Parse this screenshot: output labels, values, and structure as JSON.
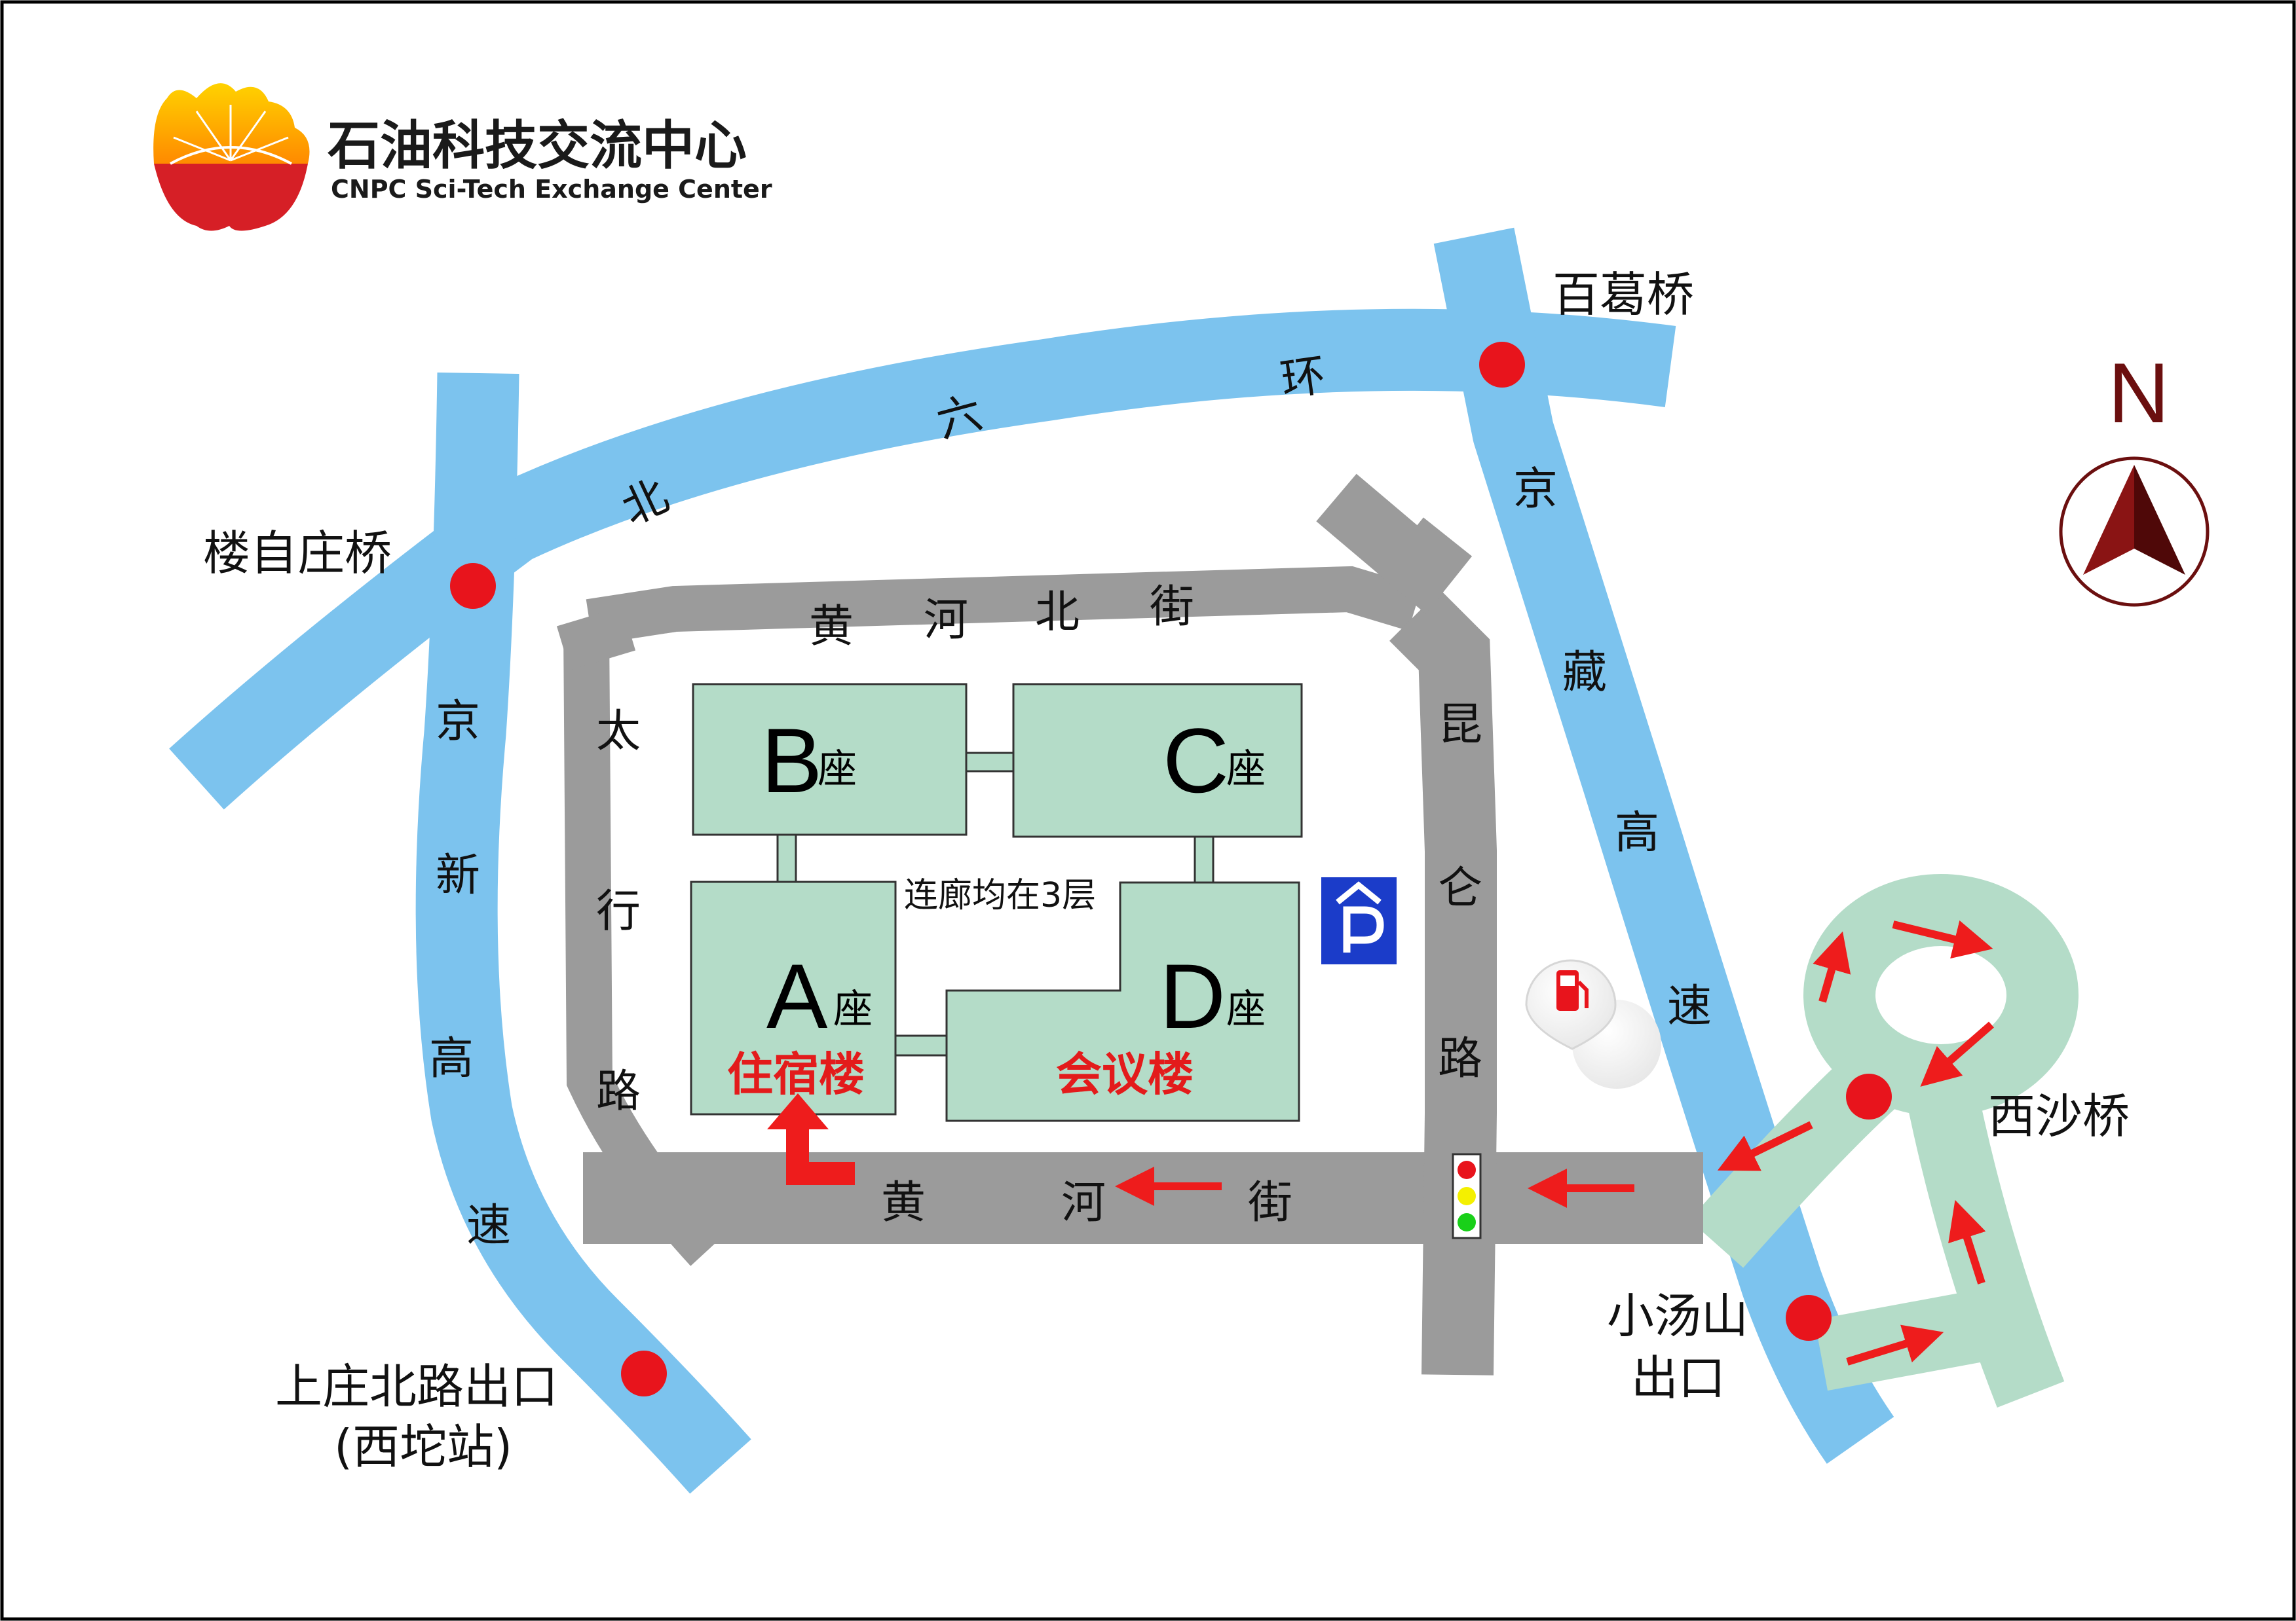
{
  "logo": {
    "name_cn": "石油科技交流中心",
    "name_en": "CNPC Sci-Tech Exchange Center"
  },
  "roads": {
    "ring6": [
      "北",
      "六",
      "环"
    ],
    "jingzang": [
      "京",
      "藏",
      "高",
      "速"
    ],
    "jingxin": [
      "京",
      "新",
      "高",
      "速"
    ],
    "huanghe_north": [
      "黄",
      "河",
      "北",
      "街"
    ],
    "huanghe": [
      "黄",
      "河",
      "街"
    ],
    "taihang": [
      "太",
      "行",
      "路"
    ],
    "kunlun": [
      "昆",
      "仑",
      "路"
    ]
  },
  "places": {
    "baige": "百葛桥",
    "louzizhuang": "楼自庄桥",
    "xisha": "西沙桥",
    "xiaotangshan_1": "小汤山",
    "xiaotangshan_2": "出口",
    "shangzhuang_1": "上庄北路出口",
    "shangzhuang_2": "(西坨站)"
  },
  "buildings": {
    "b": {
      "letter": "B",
      "suffix": "座"
    },
    "c": {
      "letter": "C",
      "suffix": "座"
    },
    "a": {
      "letter": "A",
      "suffix": "座",
      "function": "住宿楼"
    },
    "d": {
      "letter": "D",
      "suffix": "座",
      "function": "会议楼"
    },
    "corridor_note": "连廊均在3层"
  },
  "compass": {
    "letter": "N"
  },
  "icons": {
    "parking": "parking-icon",
    "gas_station": "gas-station-icon",
    "traffic_light": "traffic-light-icon",
    "north_arrow": "north-arrow-icon"
  },
  "colors": {
    "highway": "#7cc3ee",
    "local_road": "#9b9b9b",
    "building": "#b4dcc8",
    "interchange": "#b4dcc8",
    "marker": "#e8141c",
    "route_arrow": "#ee1c1c",
    "parking": "#1b3cc9",
    "compass": "#6b0f0f",
    "border": "#000000"
  }
}
